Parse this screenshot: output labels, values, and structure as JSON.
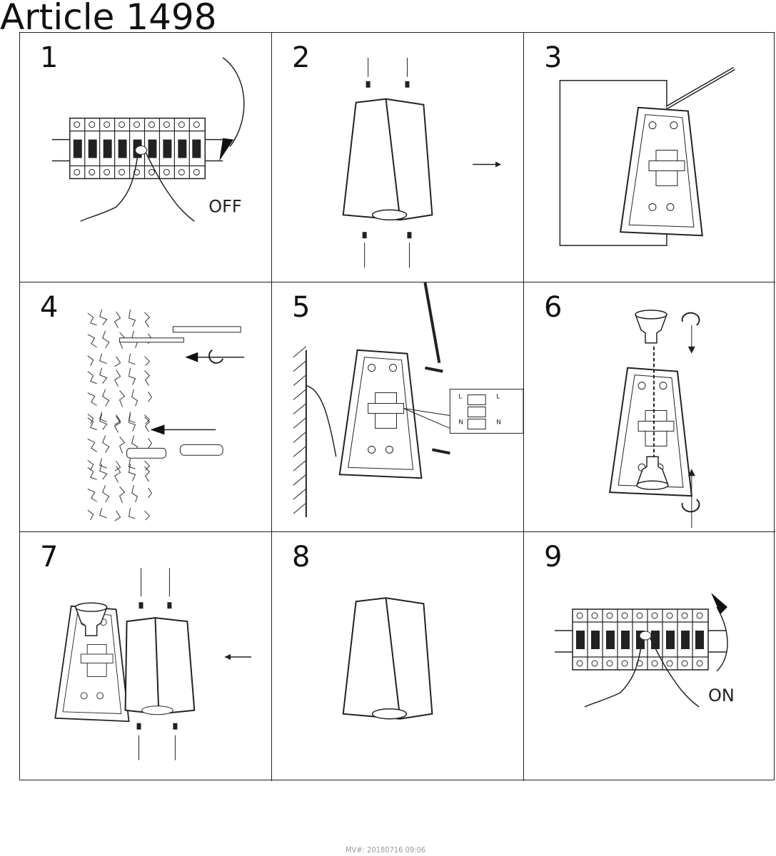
{
  "title": "Article 1498",
  "steps": [
    {
      "number": "1",
      "label": "OFF"
    },
    {
      "number": "2"
    },
    {
      "number": "3"
    },
    {
      "number": "4"
    },
    {
      "number": "5",
      "terminal_labels": [
        "L",
        "L",
        "N",
        "N"
      ]
    },
    {
      "number": "6"
    },
    {
      "number": "7"
    },
    {
      "number": "8"
    },
    {
      "number": "9",
      "label": "ON"
    }
  ],
  "footer": "MV#: 20180716 09:06"
}
